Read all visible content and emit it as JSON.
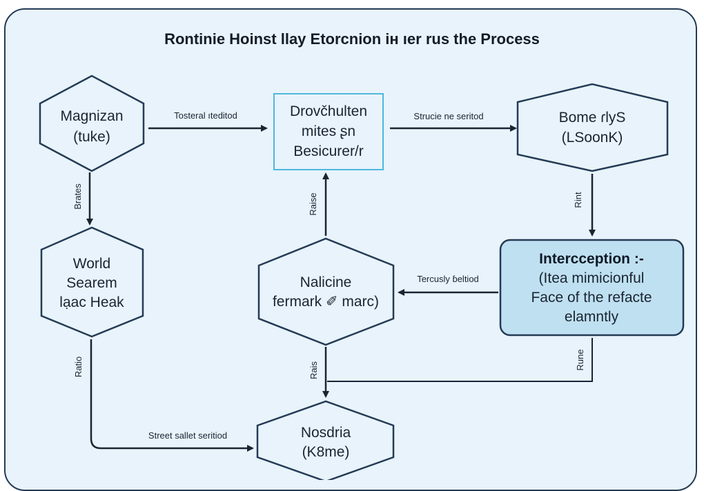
{
  "title": "Rontinie Hoinst llay Etorcnion iн ıer rus the Process",
  "nodes": {
    "magnizan": {
      "lines": [
        "Magnizan",
        "(tuke)"
      ]
    },
    "drovchulten": {
      "lines": [
        "Drovčhulten",
        "mites ʂn",
        "Besicurer/r"
      ]
    },
    "bome": {
      "lines": [
        "Bome ɾlyS",
        "(LSoonK)"
      ]
    },
    "world": {
      "lines": [
        "World",
        "Searem",
        "lạac Heak"
      ]
    },
    "nalicine": {
      "lines": [
        "Nalicine",
        "fermark ✐ marc)"
      ]
    },
    "interception": {
      "title": "Intercception :-",
      "lines": [
        "(Itea mimicionful",
        "Face of the refacte",
        "elamntly"
      ]
    },
    "nosdria": {
      "lines": [
        "Nosdria",
        "(K8me)"
      ]
    }
  },
  "edges": {
    "tosteral": "Tosteral ıteditod",
    "strucie": "Strucie ne seritod",
    "terceusly": "Tercusly ɓeltiod",
    "street": "Street sallet seritiod",
    "brates": "Brates",
    "raise": "Raise",
    "rint": "Rint",
    "ratio": "Ratio",
    "rais": "Rais",
    "rune": "Rune"
  },
  "colors": {
    "stroke": "#243b55",
    "panel_bg": "#e8f3fb",
    "highlight_fill": "#bfe0f0",
    "rect_border": "#4db8de"
  }
}
